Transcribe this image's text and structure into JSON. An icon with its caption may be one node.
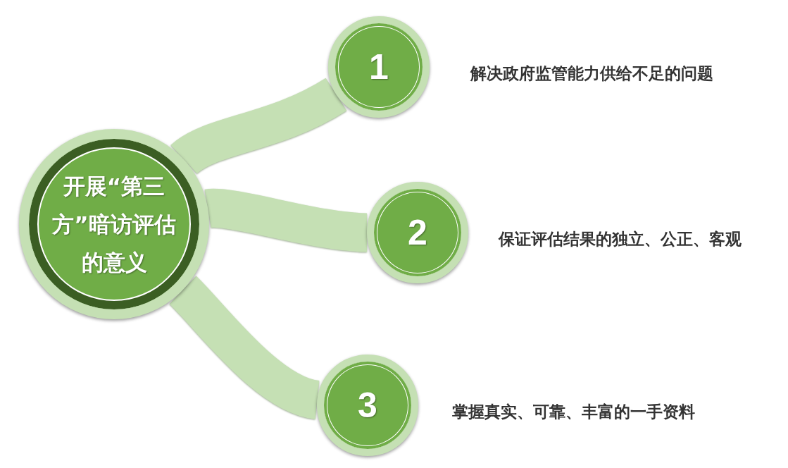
{
  "diagram": {
    "nodes": [
      {
        "text": [
          "开展“第三方”暗访评估的意义"
        ]
      },
      {
        "text": [
          "1"
        ],
        "beside": [
          "解决政府监管能力供给不足的问题"
        ]
      },
      {
        "text": [
          "2"
        ],
        "beside": [
          "保证评估结果的独立、公正、客观"
        ]
      },
      {
        "text": [
          "3"
        ],
        "beside": [
          "掌握真实、可靠、丰富的一手资料"
        ]
      }
    ],
    "edges": [
      {
        "from": 0,
        "to": 1,
        "arrow": "none"
      },
      {
        "from": 0,
        "to": 2,
        "arrow": "none"
      },
      {
        "from": 0,
        "to": 3,
        "arrow": "none"
      }
    ]
  }
}
